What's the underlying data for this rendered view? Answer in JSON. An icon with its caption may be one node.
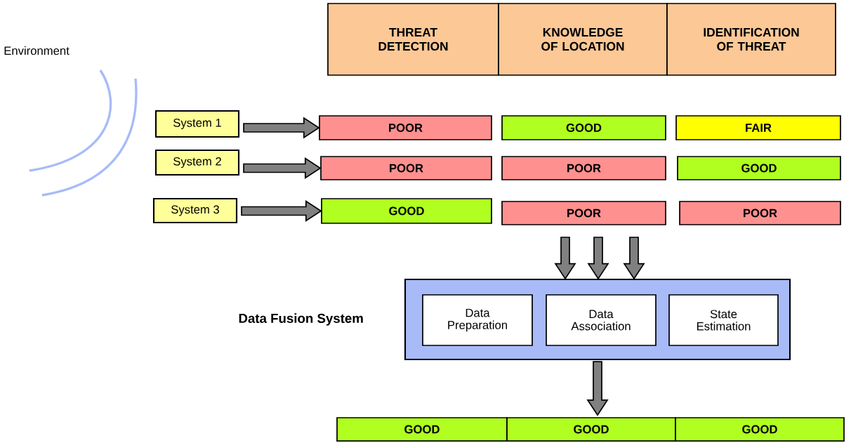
{
  "diagram": {
    "nodes": [
      {
        "text": [
          "THREAT DETECTION"
        ]
      },
      {
        "text": [
          "KNOWLEDGE OF LOCATION"
        ]
      },
      {
        "text": [
          "IDENTIFICATION OF THREAT"
        ]
      },
      {
        "text": [
          "System 1"
        ]
      },
      {
        "text": [
          "System 2"
        ]
      },
      {
        "text": [
          "System 3"
        ]
      },
      {
        "text": [
          "POOR"
        ]
      },
      {
        "text": [
          "GOOD"
        ]
      },
      {
        "text": [
          "FAIR"
        ]
      },
      {
        "text": [
          "POOR"
        ]
      },
      {
        "text": [
          "POOR"
        ]
      },
      {
        "text": [
          "GOOD"
        ]
      },
      {
        "text": [
          "GOOD"
        ]
      },
      {
        "text": [
          "POOR"
        ]
      },
      {
        "text": [
          "POOR"
        ]
      },
      {
        "text": [
          "Data Fusion System"
        ]
      },
      {
        "text": [
          "Data Preparation"
        ],
        "in": 15
      },
      {
        "text": [
          "Data Association"
        ],
        "in": 15
      },
      {
        "text": [
          "State Estimation"
        ],
        "in": 15
      },
      {
        "text": [
          "GOOD"
        ]
      },
      {
        "text": [
          "GOOD"
        ]
      },
      {
        "text": [
          "GOOD"
        ]
      }
    ],
    "edges": [
      {
        "from": 3,
        "to": 6,
        "arrow": "to"
      },
      {
        "from": 4,
        "to": 9,
        "arrow": "to"
      },
      {
        "from": 5,
        "to": 12,
        "arrow": "to"
      },
      {
        "from": null,
        "to": 15,
        "arrow": "to"
      },
      {
        "from": null,
        "to": 15,
        "arrow": "to"
      },
      {
        "from": null,
        "to": 15,
        "arrow": "to"
      },
      {
        "from": 15,
        "to": 20,
        "arrow": "to"
      }
    ],
    "labels": [
      "Environment"
    ]
  }
}
